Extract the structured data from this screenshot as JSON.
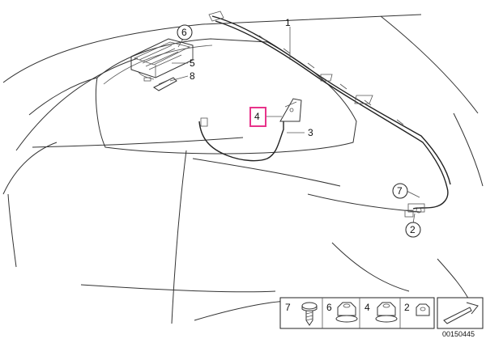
{
  "callouts": {
    "c1": "1",
    "c2": "2",
    "c3": "3",
    "c4": "4",
    "c5": "5",
    "c6": "6",
    "c7": "7",
    "c8": "8"
  },
  "legend": {
    "n7": "7",
    "n6": "6",
    "n4": "4",
    "n2": "2"
  },
  "diagram_id": "00150445",
  "colors": {
    "highlight": "#e8338a",
    "line": "#333333"
  }
}
